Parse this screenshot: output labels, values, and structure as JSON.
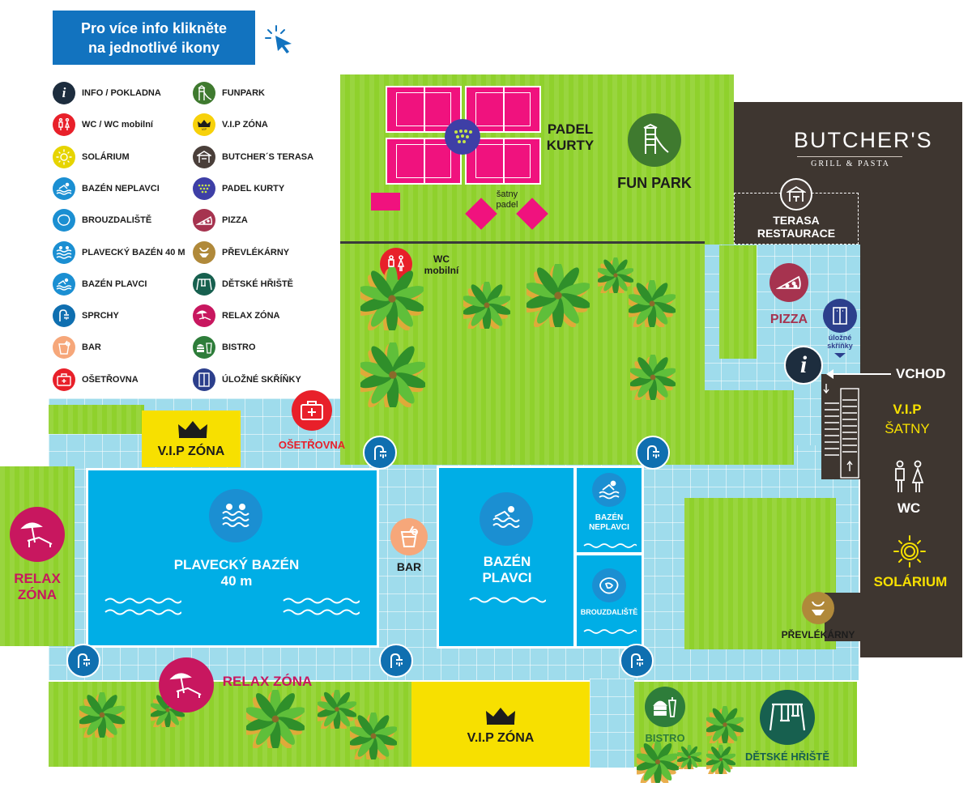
{
  "header": {
    "line1": "Pro více info klikněte",
    "line2": "na jednotlivé ikony"
  },
  "legend": [
    {
      "label": "INFO / POKLADNA",
      "icon": "info-icon",
      "color": "#1d2d3e"
    },
    {
      "label": "WC / WC mobilní",
      "icon": "wc-icon",
      "color": "#e8202a"
    },
    {
      "label": "SOLÁRIUM",
      "icon": "sun-icon",
      "color": "#e6d400"
    },
    {
      "label": "BAZÉN NEPLAVCI",
      "icon": "swimmer-icon",
      "color": "#1b8fd2"
    },
    {
      "label": "BROUZDALIŠTĚ",
      "icon": "kiddie-pool-icon",
      "color": "#1b8fd2"
    },
    {
      "label": "PLAVECKÝ BAZÉN 40 M",
      "icon": "lane-pool-icon",
      "color": "#1b8fd2"
    },
    {
      "label": "BAZÉN PLAVCI",
      "icon": "waves-icon",
      "color": "#1b8fd2"
    },
    {
      "label": "SPRCHY",
      "icon": "shower-icon",
      "color": "#0f6fb0"
    },
    {
      "label": "BAR",
      "icon": "drink-icon",
      "color": "#f6a77a"
    },
    {
      "label": "OŠETŘOVNA",
      "icon": "first-aid-icon",
      "color": "#e8202a"
    },
    {
      "label": "FUNPARK",
      "icon": "slide-icon",
      "color": "#3f7a2f"
    },
    {
      "label": "V.I.P ZÓNA",
      "icon": "crown-icon",
      "color": "#f7d10a"
    },
    {
      "label": "BUTCHER´S TERASA",
      "icon": "pavilion-icon",
      "color": "#4a3f3a"
    },
    {
      "label": "PADEL KURTY",
      "icon": "padel-icon",
      "color": "#3e3fa6"
    },
    {
      "label": "PIZZA",
      "icon": "pizza-icon",
      "color": "#a6334f"
    },
    {
      "label": "PŘEVLÉKÁRNY",
      "icon": "swimsuit-icon",
      "color": "#b0893a"
    },
    {
      "label": "DĚTSKÉ HŘIŠTĚ",
      "icon": "swing-icon",
      "color": "#17604f"
    },
    {
      "label": "RELAX ZÓNA",
      "icon": "lounger-icon",
      "color": "#c8175f"
    },
    {
      "label": "BISTRO",
      "icon": "burger-icon",
      "color": "#2e7d3a"
    },
    {
      "label": "ÚLOŽNÉ SKŘÍŇKY",
      "icon": "locker-icon",
      "color": "#2c3f8c"
    }
  ],
  "map": {
    "padel": "PADEL\nKURTY",
    "satny_padel": "šatny\npadel",
    "funpark": "FUN PARK",
    "wc_mobilni": "WC\nmobilní",
    "butchers_name": "BUTCHER'S",
    "butchers_sub": "GRILL & PASTA",
    "terasa": "TERASA\nRESTAURACE",
    "pizza": "PIZZA",
    "lockers": "úložné\nskříňky",
    "vchod": "VCHOD",
    "vip_satny_1": "V.I.P",
    "vip_satny_2": "ŠATNY",
    "wc": "WC",
    "solarium": "SOLÁRIUM",
    "prevlekarny": "PŘEVLÉKÁRNY",
    "vip_zona": "V.I.P ZÓNA",
    "osetrovna": "OŠETŘOVNA",
    "relax_zona_left": "RELAX\nZÓNA",
    "plavecky_bazen": "PLAVECKÝ BAZÉN\n40 m",
    "bar": "BAR",
    "bazen_plavci": "BAZÉN\nPLAVCI",
    "bazen_neplavci": "BAZÉN\nNEPLAVCI",
    "brouzdaliste": "BROUZDALIŠTĚ",
    "relax_zona_bottom": "RELAX ZÓNA",
    "vip_zona_bottom": "V.I.P ZÓNA",
    "bistro": "BISTRO",
    "detske_hriste": "DĚTSKÉ HŘIŠTĚ"
  },
  "colors": {
    "grass": "#8fd12c",
    "tile": "#9fdcec",
    "pool": "#00aee6",
    "brown": "#3e3630",
    "vip": "#f7e000",
    "padel": "#f0127e",
    "relax": "#c8175f"
  }
}
